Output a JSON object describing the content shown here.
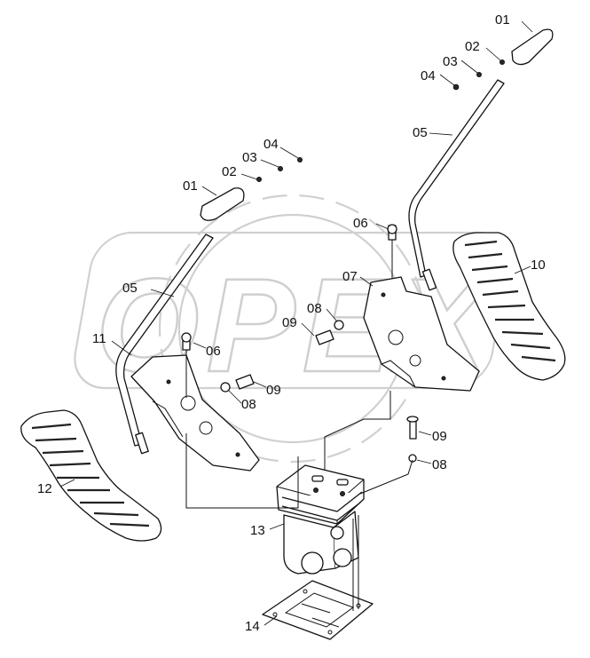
{
  "watermark": {
    "text": "OPEX",
    "color": "#d0d0d0"
  },
  "callouts": {
    "c01a": "01",
    "c02a": "02",
    "c03a": "03",
    "c04a": "04",
    "c05a": "05",
    "c06a": "06",
    "c07": "07",
    "c08a": "08",
    "c09a": "09",
    "c10": "10",
    "c01b": "01",
    "c02b": "02",
    "c03b": "03",
    "c04b": "04",
    "c05b": "05",
    "c11": "11",
    "c06b": "06",
    "c09b": "09",
    "c08b": "08",
    "c12": "12",
    "c09c": "09",
    "c08c": "08",
    "c13": "13",
    "c14": "14"
  },
  "icons": {
    "pedal-icon": "brake pedal pad",
    "lever-icon": "hand lever",
    "valve-icon": "brake valve",
    "bolt-icon": "bolt",
    "washer-icon": "washer",
    "plate-icon": "mounting plate"
  }
}
